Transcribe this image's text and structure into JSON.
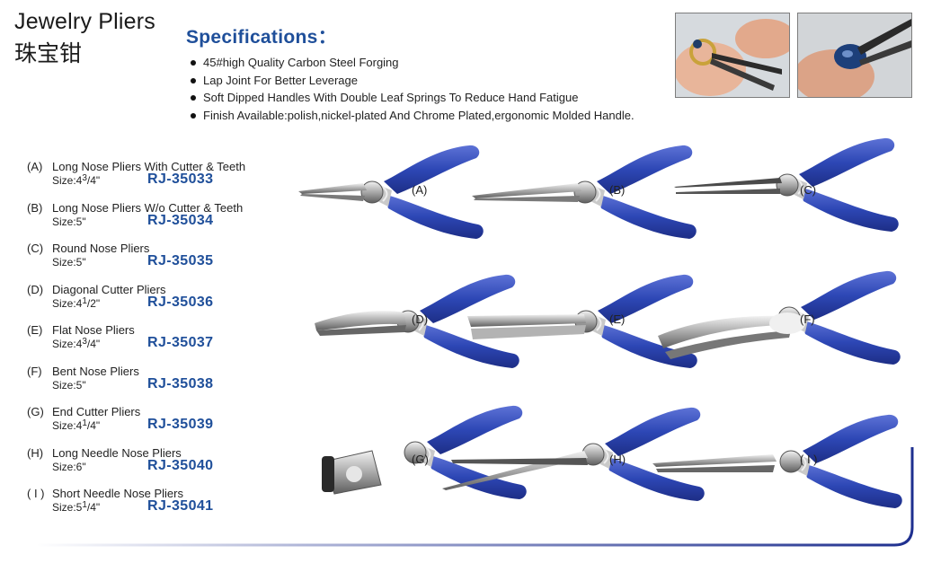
{
  "header": {
    "title": "Jewelry Pliers",
    "title_cn": "珠宝钳"
  },
  "specifications": {
    "heading": "Specifications：",
    "items": [
      "45#high Quality Carbon Steel Forging",
      "Lap Joint For Better Leverage",
      "Soft Dipped Handles With Double Leaf Springs To Reduce Hand Fatigue",
      "Finish Available:polish,nickel-plated And Chrome Plated,ergonomic Molded Handle."
    ]
  },
  "products": [
    {
      "code": "(A)",
      "name": "Long Nose Pliers With Cutter & Teeth",
      "size_prefix": "Size:4",
      "size_sup": "3",
      "size_suffix": "/4\"",
      "sku": "RJ-35033"
    },
    {
      "code": "(B)",
      "name": "Long Nose Pliers W/o Cutter & Teeth",
      "size_prefix": "Size:5\"",
      "size_sup": "",
      "size_suffix": "",
      "sku": "RJ-35034"
    },
    {
      "code": "(C)",
      "name": "Round Nose Pliers",
      "size_prefix": "Size:5\"",
      "size_sup": "",
      "size_suffix": "",
      "sku": "RJ-35035"
    },
    {
      "code": "(D)",
      "name": "Diagonal Cutter Pliers",
      "size_prefix": "Size:4",
      "size_sup": "1",
      "size_suffix": "/2\"",
      "sku": "RJ-35036"
    },
    {
      "code": "(E)",
      "name": "Flat Nose Pliers",
      "size_prefix": "Size:4",
      "size_sup": "3",
      "size_suffix": "/4\"",
      "sku": "RJ-35037"
    },
    {
      "code": "(F)",
      "name": "Bent Nose Pliers",
      "size_prefix": "Size:5\"",
      "size_sup": "",
      "size_suffix": "",
      "sku": "RJ-35038"
    },
    {
      "code": "(G)",
      "name": "End Cutter Pliers",
      "size_prefix": "Size:4",
      "size_sup": "1",
      "size_suffix": "/4\"",
      "sku": "RJ-35039"
    },
    {
      "code": "(H)",
      "name": "Long Needle Nose Pliers",
      "size_prefix": "Size:6\"",
      "size_sup": "",
      "size_suffix": "",
      "sku": "RJ-35040"
    },
    {
      "code": "( I )",
      "name": "Short Needle Nose Pliers",
      "size_prefix": "Size:5",
      "size_sup": "1",
      "size_suffix": "/4\"",
      "sku": "RJ-35041"
    }
  ],
  "plier_labels": [
    "(A)",
    "(B)",
    "(C)",
    "(D)",
    "(E)",
    "(F)",
    "(G)",
    "(H)",
    "( I )"
  ],
  "colors": {
    "accent": "#1f4f9a",
    "handle_blue": "#2d47b5",
    "bracket_blue": "#1e2f8f"
  }
}
